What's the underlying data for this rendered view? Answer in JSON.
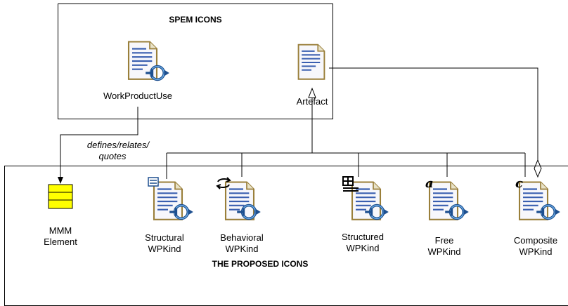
{
  "spem_box": {
    "title": "SPEM ICONS"
  },
  "proposed_box": {
    "title": "THE PROPOSED ICONS"
  },
  "spem_icons": [
    {
      "label": "WorkProductUse",
      "icon": "work-product-use-icon"
    },
    {
      "label": "Artefact",
      "icon": "artefact-icon"
    }
  ],
  "relation": {
    "line1": "defines/relates/",
    "line2": "quotes"
  },
  "mmm_element": {
    "line1": "MMM",
    "line2": "Element",
    "color": "#ffff00"
  },
  "proposed_icons": [
    {
      "line1": "Structural",
      "line2": "WPKind",
      "badge": "list-badge-icon"
    },
    {
      "line1": "Behavioral",
      "line2": "WPKind",
      "badge": "cycle-badge-icon"
    },
    {
      "line1": "Structured",
      "line2": "WPKind",
      "badge": "grid-badge-icon"
    },
    {
      "line1": "Free",
      "line2": "WPKind",
      "badge": "a-glyph-badge-icon"
    },
    {
      "line1": "Composite",
      "line2": "WPKind",
      "badge": "c-glyph-badge-icon"
    }
  ]
}
